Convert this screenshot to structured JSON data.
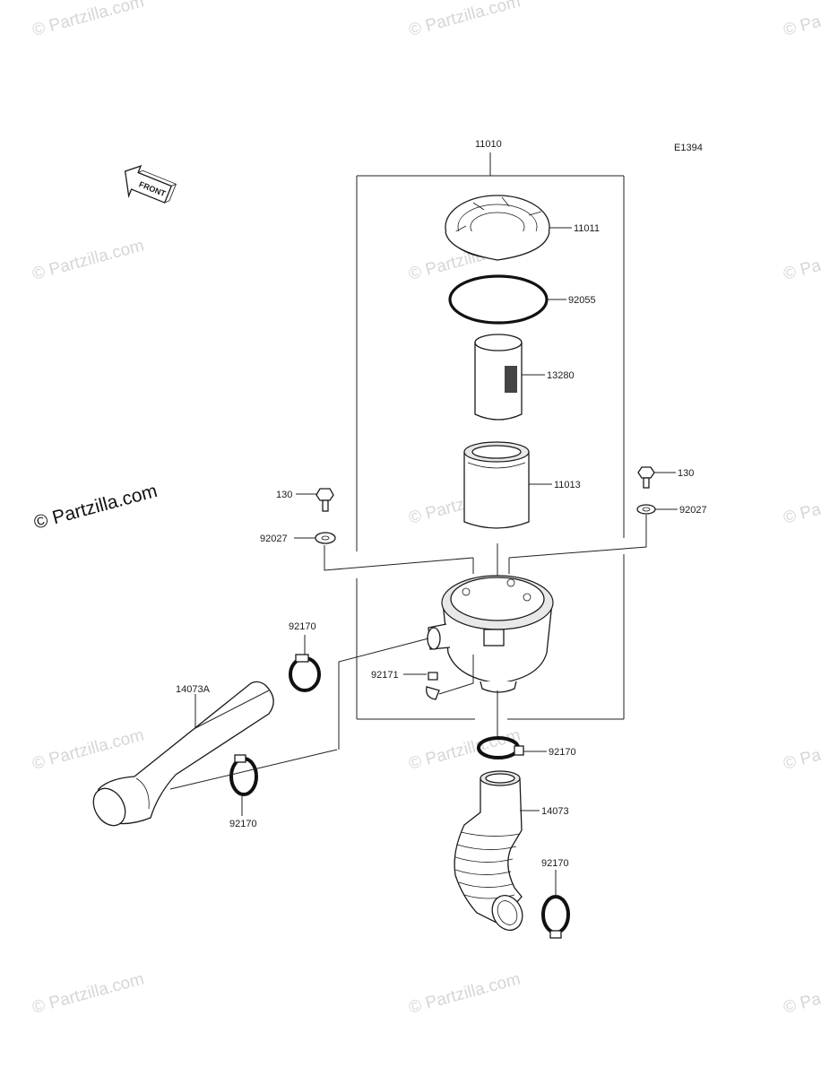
{
  "diagram": {
    "code": "E1394",
    "front_label": "FRONT",
    "callouts": {
      "assembly": "11010",
      "cover": "11011",
      "oring": "92055",
      "inner_filter": "13280",
      "outer_filter": "11013",
      "bolt_left": "130",
      "washer_left": "92027",
      "bolt_right": "130",
      "washer_right": "92027",
      "clamp_upper_left": "92170",
      "duct_left": "14073A",
      "clamp_lower_left": "92170",
      "clip": "92171",
      "clamp_center": "92170",
      "duct_bottom": "14073",
      "clamp_bottom": "92170"
    }
  },
  "watermark": {
    "text": "Partzilla.com",
    "symbol": "©"
  }
}
